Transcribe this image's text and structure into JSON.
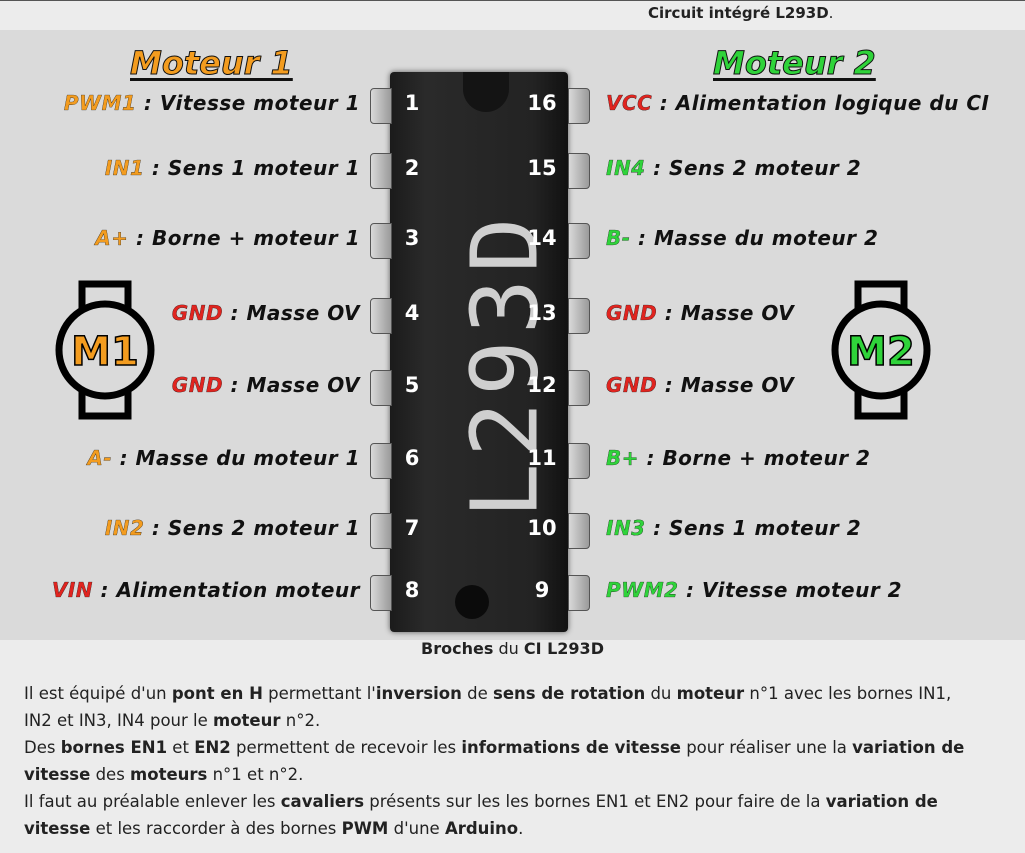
{
  "header": {
    "caption_bold": "Circuit intégré L293D",
    "caption_end": "."
  },
  "colors": {
    "motor1": "#f39c1f",
    "motor2": "#2fd33a",
    "power": "#e0241f"
  },
  "diagram": {
    "motor1_title": "Moteur 1",
    "motor2_title": "Moteur 2",
    "chip_marking": "L293D",
    "motor1_symbol": "M1",
    "motor2_symbol": "M2",
    "left_pins": [
      {
        "num": "1",
        "tag": "PWM1",
        "desc": " : Vitesse moteur 1",
        "color": "#f39c1f"
      },
      {
        "num": "2",
        "tag": "IN1",
        "desc": " : Sens 1 moteur 1",
        "color": "#f39c1f"
      },
      {
        "num": "3",
        "tag": "A+",
        "desc": " : Borne + moteur 1",
        "color": "#f39c1f"
      },
      {
        "num": "4",
        "tag": "GND",
        "desc": " : Masse OV",
        "color": "#e0241f"
      },
      {
        "num": "5",
        "tag": "GND",
        "desc": " : Masse OV",
        "color": "#e0241f"
      },
      {
        "num": "6",
        "tag": "A-",
        "desc": " : Masse du moteur 1",
        "color": "#f39c1f"
      },
      {
        "num": "7",
        "tag": "IN2",
        "desc": " : Sens 2 moteur 1",
        "color": "#f39c1f"
      },
      {
        "num": "8",
        "tag": "VIN",
        "desc": " : Alimentation moteur",
        "color": "#e0241f"
      }
    ],
    "right_pins": [
      {
        "num": "16",
        "tag": "VCC",
        "desc": " : Alimentation logique du CI",
        "color": "#e0241f"
      },
      {
        "num": "15",
        "tag": "IN4",
        "desc": " : Sens 2 moteur 2",
        "color": "#2fd33a"
      },
      {
        "num": "14",
        "tag": "B-",
        "desc": " : Masse du moteur 2",
        "color": "#2fd33a"
      },
      {
        "num": "13",
        "tag": "GND",
        "desc": " : Masse OV",
        "color": "#e0241f"
      },
      {
        "num": "12",
        "tag": "GND",
        "desc": " : Masse OV",
        "color": "#e0241f"
      },
      {
        "num": "11",
        "tag": "B+",
        "desc": " : Borne + moteur 2",
        "color": "#2fd33a"
      },
      {
        "num": "10",
        "tag": "IN3",
        "desc": " : Sens 1 moteur 2",
        "color": "#2fd33a"
      },
      {
        "num": "9",
        "tag": "PWM2",
        "desc": " : Vitesse moteur 2",
        "color": "#2fd33a"
      }
    ]
  },
  "caption": {
    "b1": "Broches",
    "t1": " du ",
    "b2": "CI L293D"
  },
  "body": {
    "p1": [
      {
        "t": "Il est équipé d'un ",
        "b": false
      },
      {
        "t": "pont en H",
        "b": true
      },
      {
        "t": " permettant l'",
        "b": false
      },
      {
        "t": "inversion",
        "b": true
      },
      {
        "t": " de ",
        "b": false
      },
      {
        "t": "sens de rotation",
        "b": true
      },
      {
        "t": " du ",
        "b": false
      },
      {
        "t": "moteur",
        "b": true
      },
      {
        "t": " n°1 avec les bornes IN1, IN2 et IN3, IN4 pour le ",
        "b": false
      },
      {
        "t": "moteur",
        "b": true
      },
      {
        "t": " n°2.",
        "b": false
      }
    ],
    "p2": [
      {
        "t": "Des ",
        "b": false
      },
      {
        "t": "bornes EN1",
        "b": true
      },
      {
        "t": " et ",
        "b": false
      },
      {
        "t": "EN2",
        "b": true
      },
      {
        "t": " permettent de recevoir les ",
        "b": false
      },
      {
        "t": "informations de vitesse",
        "b": true
      },
      {
        "t": " pour réaliser une la ",
        "b": false
      },
      {
        "t": "variation de vitesse",
        "b": true
      },
      {
        "t": " des ",
        "b": false
      },
      {
        "t": "moteurs",
        "b": true
      },
      {
        "t": " n°1 et n°2.",
        "b": false
      }
    ],
    "p3": [
      {
        "t": "Il faut au préalable enlever les ",
        "b": false
      },
      {
        "t": "cavaliers",
        "b": true
      },
      {
        "t": " présents sur les les bornes EN1 et EN2 pour faire de la ",
        "b": false
      },
      {
        "t": "variation de vitesse",
        "b": true
      },
      {
        "t": " et les raccorder à des bornes ",
        "b": false
      },
      {
        "t": "PWM",
        "b": true
      },
      {
        "t": " d'une ",
        "b": false
      },
      {
        "t": "Arduino",
        "b": true
      },
      {
        "t": ".",
        "b": false
      }
    ]
  }
}
